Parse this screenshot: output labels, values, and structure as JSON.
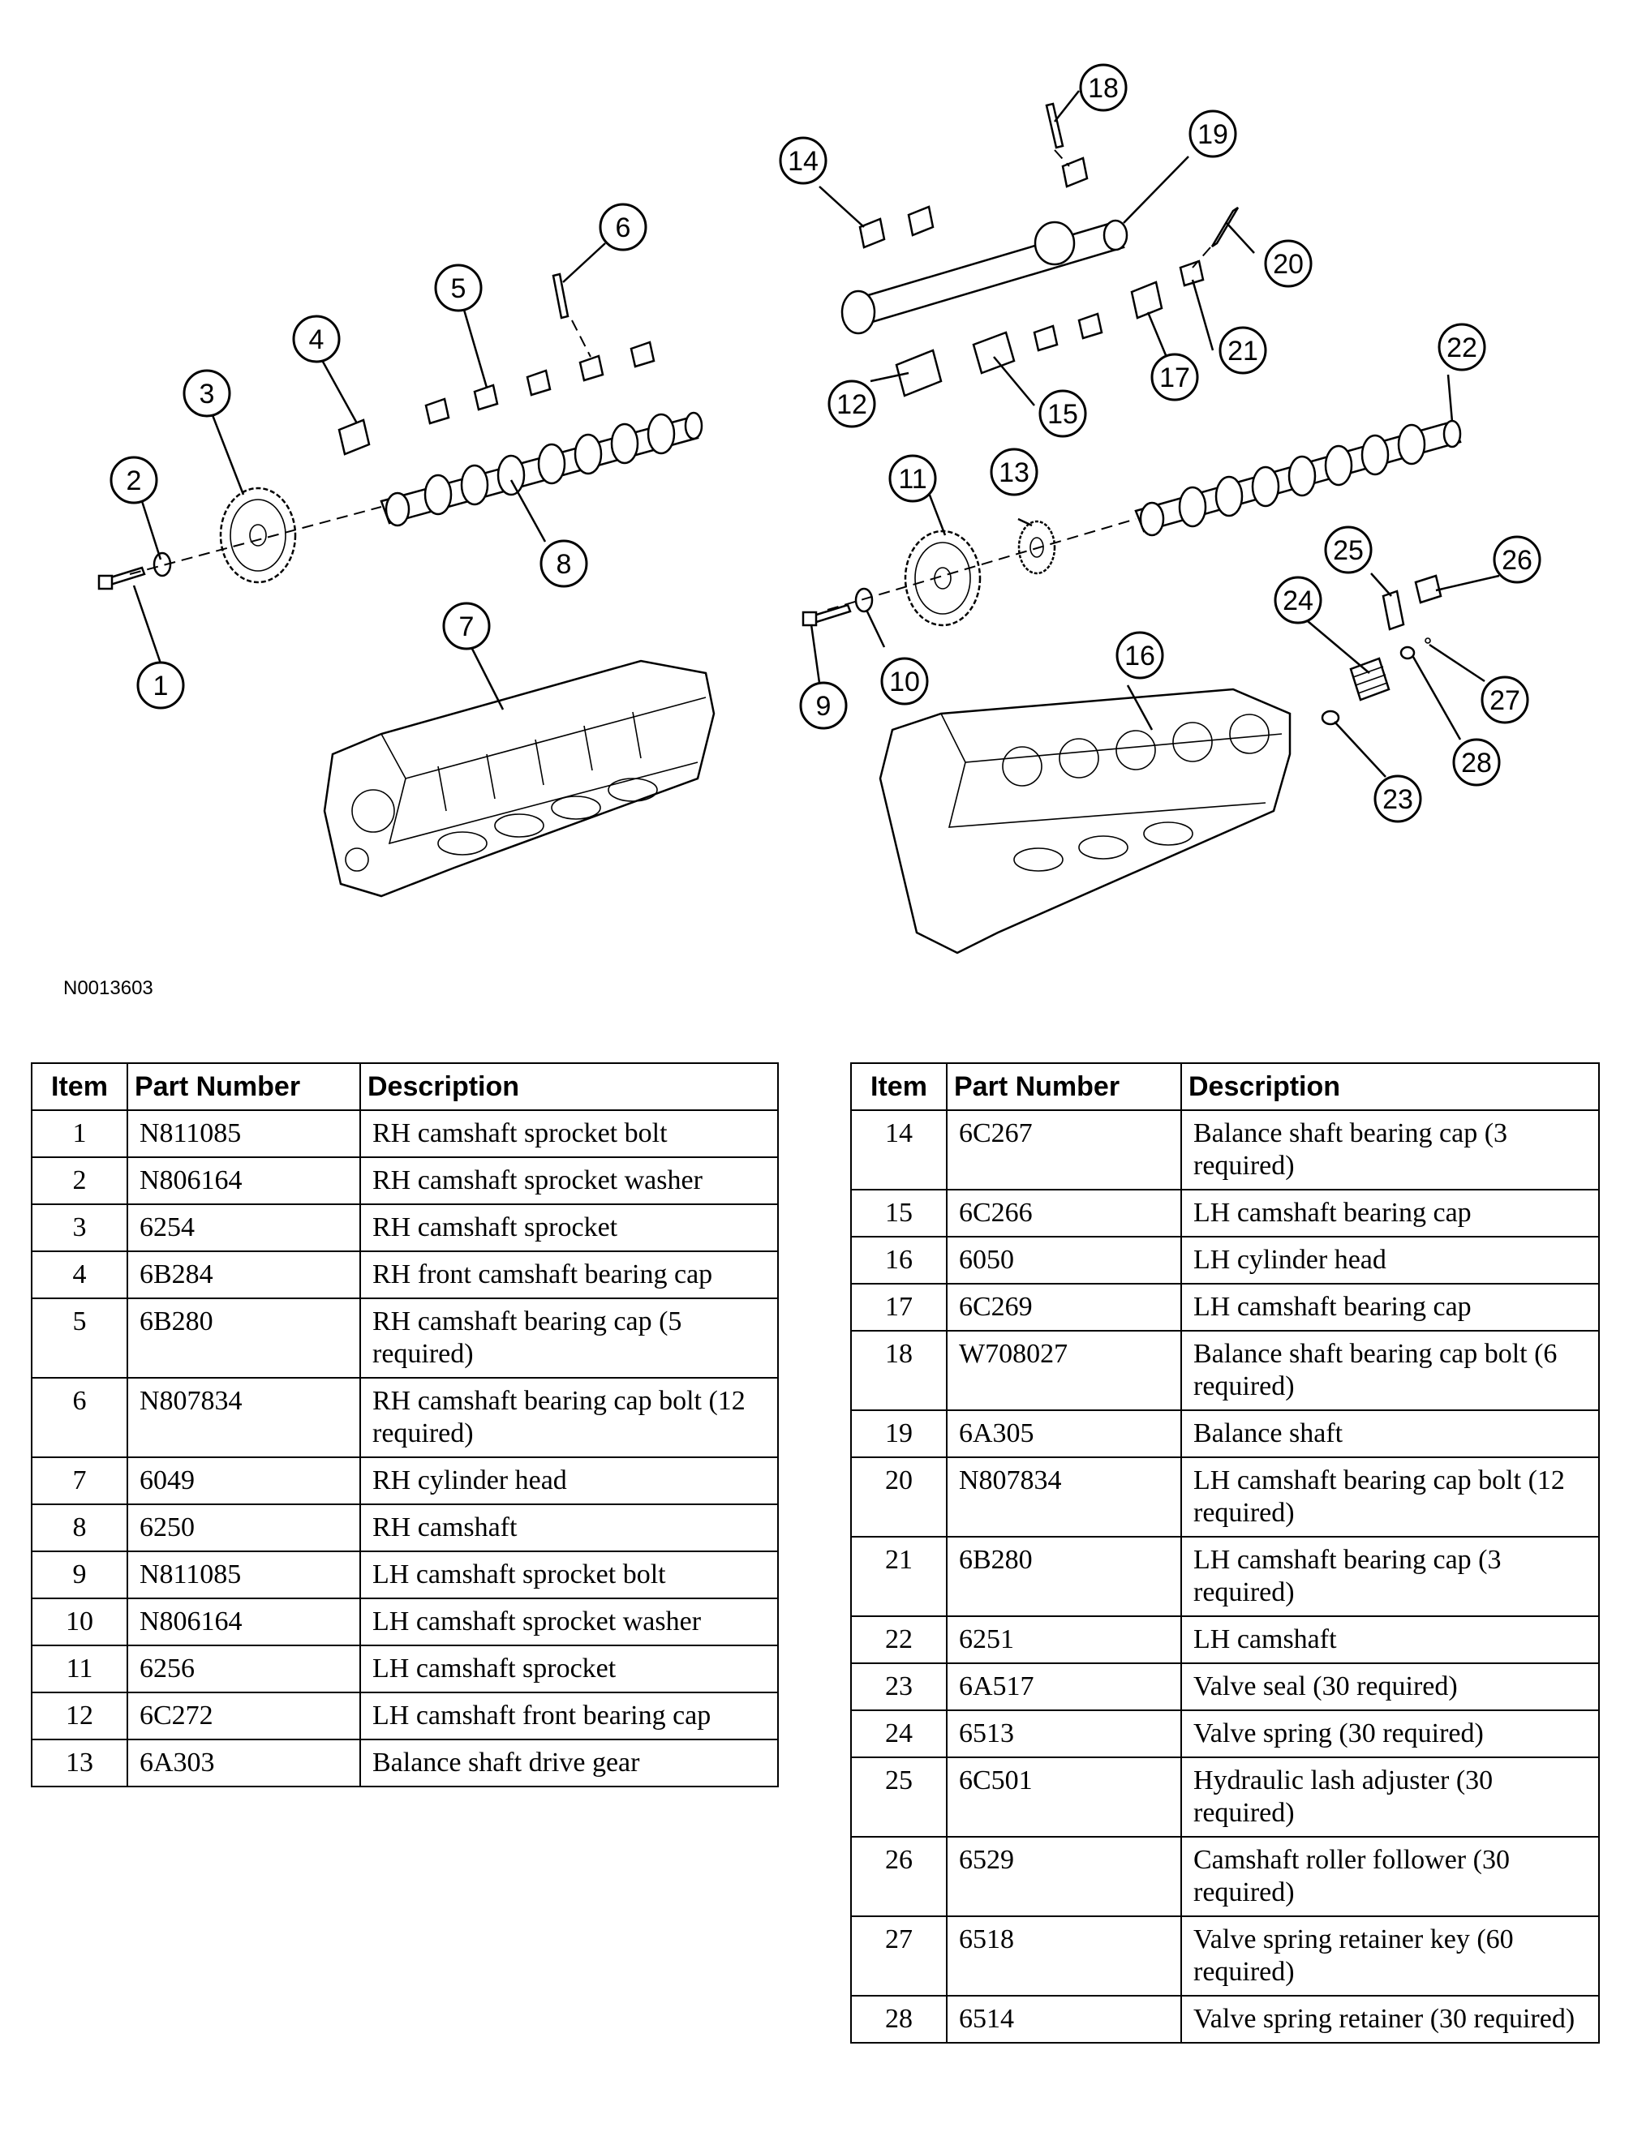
{
  "figure_code": "N0013603",
  "callouts": [
    "1",
    "2",
    "3",
    "4",
    "5",
    "6",
    "7",
    "8",
    "9",
    "10",
    "11",
    "12",
    "13",
    "14",
    "15",
    "16",
    "17",
    "18",
    "19",
    "20",
    "21",
    "22",
    "23",
    "24",
    "25",
    "26",
    "27",
    "28"
  ],
  "table_headers": {
    "item": "Item",
    "part_number": "Part Number",
    "description": "Description"
  },
  "parts_left": [
    {
      "item": "1",
      "part_number": "N811085",
      "description": "RH camshaft sprocket bolt"
    },
    {
      "item": "2",
      "part_number": "N806164",
      "description": "RH camshaft sprocket washer"
    },
    {
      "item": "3",
      "part_number": "6254",
      "description": "RH camshaft sprocket"
    },
    {
      "item": "4",
      "part_number": "6B284",
      "description": "RH front camshaft bearing cap"
    },
    {
      "item": "5",
      "part_number": "6B280",
      "description": "RH camshaft bearing cap (5 required)"
    },
    {
      "item": "6",
      "part_number": "N807834",
      "description": "RH camshaft bearing cap bolt (12 required)"
    },
    {
      "item": "7",
      "part_number": "6049",
      "description": "RH cylinder head"
    },
    {
      "item": "8",
      "part_number": "6250",
      "description": "RH camshaft"
    },
    {
      "item": "9",
      "part_number": "N811085",
      "description": "LH camshaft sprocket bolt"
    },
    {
      "item": "10",
      "part_number": "N806164",
      "description": "LH camshaft sprocket washer"
    },
    {
      "item": "11",
      "part_number": "6256",
      "description": "LH camshaft sprocket"
    },
    {
      "item": "12",
      "part_number": "6C272",
      "description": "LH camshaft front bearing cap"
    },
    {
      "item": "13",
      "part_number": "6A303",
      "description": "Balance shaft drive gear"
    }
  ],
  "parts_right": [
    {
      "item": "14",
      "part_number": "6C267",
      "description": "Balance shaft bearing cap (3 required)"
    },
    {
      "item": "15",
      "part_number": "6C266",
      "description": "LH camshaft bearing cap"
    },
    {
      "item": "16",
      "part_number": "6050",
      "description": "LH cylinder head"
    },
    {
      "item": "17",
      "part_number": "6C269",
      "description": "LH camshaft bearing cap"
    },
    {
      "item": "18",
      "part_number": "W708027",
      "description": "Balance shaft bearing cap bolt (6 required)"
    },
    {
      "item": "19",
      "part_number": "6A305",
      "description": "Balance shaft"
    },
    {
      "item": "20",
      "part_number": "N807834",
      "description": "LH camshaft bearing cap bolt (12 required)"
    },
    {
      "item": "21",
      "part_number": "6B280",
      "description": "LH camshaft bearing cap (3 required)"
    },
    {
      "item": "22",
      "part_number": "6251",
      "description": "LH camshaft"
    },
    {
      "item": "23",
      "part_number": "6A517",
      "description": "Valve seal (30 required)"
    },
    {
      "item": "24",
      "part_number": "6513",
      "description": "Valve spring (30 required)"
    },
    {
      "item": "25",
      "part_number": "6C501",
      "description": "Hydraulic lash adjuster (30 required)"
    },
    {
      "item": "26",
      "part_number": "6529",
      "description": "Camshaft roller follower (30 required)"
    },
    {
      "item": "27",
      "part_number": "6518",
      "description": "Valve spring retainer key (60 required)"
    },
    {
      "item": "28",
      "part_number": "6514",
      "description": "Valve spring retainer (30 required)"
    }
  ]
}
